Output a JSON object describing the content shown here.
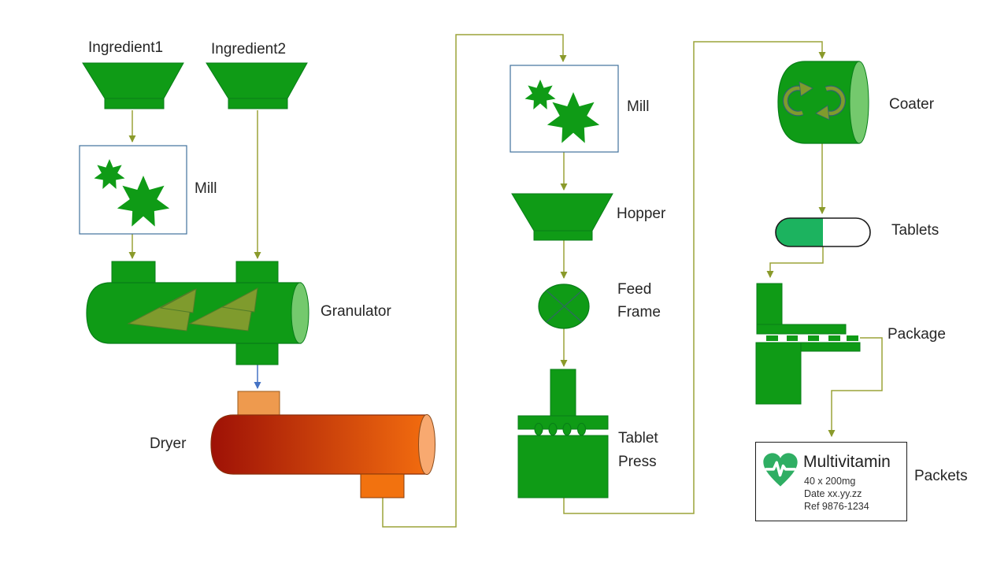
{
  "diagram_type": "pharmaceutical-tablet-process-flow",
  "nodes": {
    "ingredient1": "Ingredient1",
    "ingredient2": "Ingredient2",
    "mill1": "Mill",
    "granulator": "Granulator",
    "dryer": "Dryer",
    "mill2": "Mill",
    "hopper": "Hopper",
    "feed_frame_line1": "Feed",
    "feed_frame_line2": "Frame",
    "tablet_press_line1": "Tablet",
    "tablet_press_line2": "Press",
    "coater": "Coater",
    "tablets": "Tablets",
    "package": "Package",
    "packets": "Packets"
  },
  "packet_label": {
    "title": "Multivitamin",
    "dose": "40 x 200mg",
    "date": "Date xx.yy.zz",
    "ref": "Ref 9876-1234"
  },
  "edges": [
    {
      "from": "ingredient1",
      "to": "mill1"
    },
    {
      "from": "mill1",
      "to": "granulator"
    },
    {
      "from": "ingredient2",
      "to": "granulator"
    },
    {
      "from": "granulator",
      "to": "dryer"
    },
    {
      "from": "dryer",
      "to": "mill2"
    },
    {
      "from": "mill2",
      "to": "hopper"
    },
    {
      "from": "hopper",
      "to": "feed_frame"
    },
    {
      "from": "feed_frame",
      "to": "tablet_press"
    },
    {
      "from": "tablet_press",
      "to": "coater"
    },
    {
      "from": "coater",
      "to": "tablets"
    },
    {
      "from": "tablets",
      "to": "package"
    },
    {
      "from": "package",
      "to": "packets"
    }
  ],
  "colors": {
    "shape_green": "#0f9b16",
    "shape_green_stroke": "#087d18",
    "light_green_end": "#74c96d",
    "olive_connector": "#9ba338",
    "olive_arrowhead": "#8a9a2b",
    "olive_triangle": "#7f9b2d",
    "blue_arrow": "#4472c4",
    "dryer_dark_red": "#9e1106",
    "dryer_orange": "#f26c0f",
    "dryer_end_salmon": "#f8a970",
    "port_light_orange": "#ee9a4e",
    "port_orange": "#f2720f",
    "capsule_green": "#1cb35f",
    "heart_green": "#2fae63",
    "mill_box_border": "#41719c"
  }
}
